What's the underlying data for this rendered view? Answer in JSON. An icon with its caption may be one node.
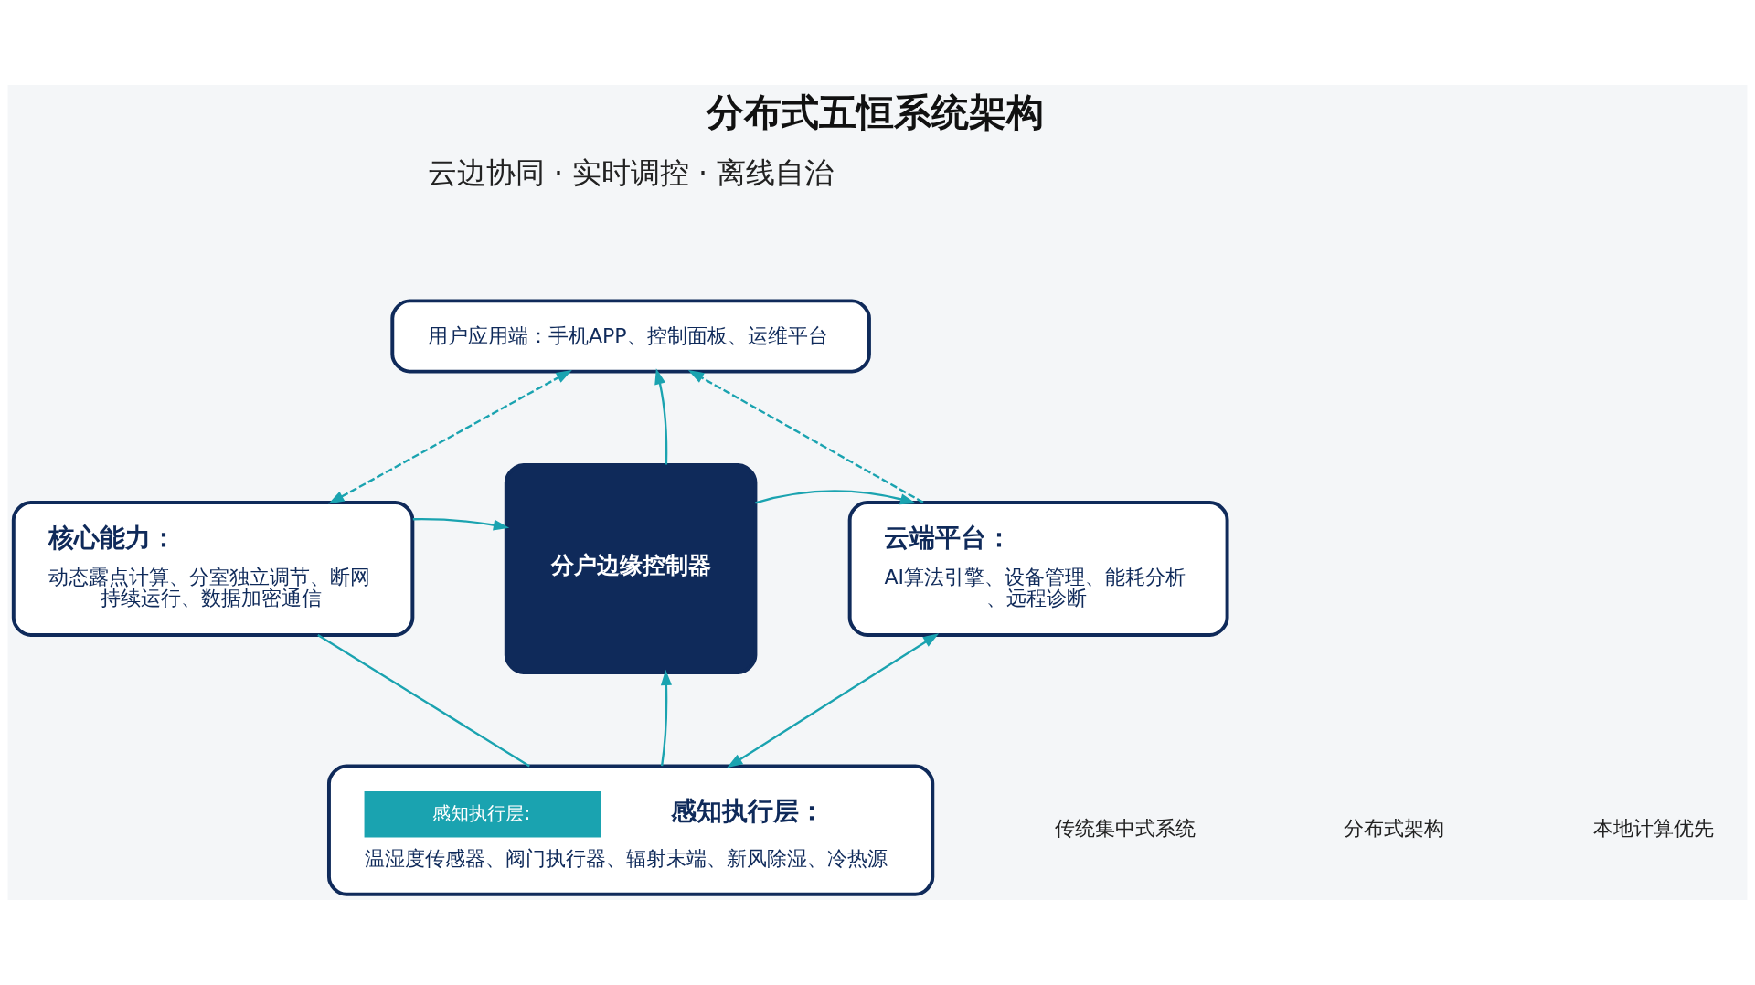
{
  "diagram": {
    "title": "分布式五恒系统架构",
    "nodes": [
      {
        "text": [
          "用户应用端：手机APP、控制面板、运维平台"
        ]
      },
      {
        "text": [
          "核心能力：",
          "动态露点计算、分室独立调节、断网持续运行、数据加密通信"
        ]
      },
      {
        "text": [
          "分户边缘控制器"
        ]
      },
      {
        "text": [
          "云端平台：",
          "AI算法引擎、设备管理、能耗分析、远程诊断"
        ]
      },
      {
        "text": [
          "感知执行层:",
          "感知执行层：",
          "温湿度传感器、阀门执行器、辐射末端、新风除湿、冷热源"
        ]
      }
    ],
    "edges": [
      {
        "from": 2,
        "to": 0,
        "arrow": "to"
      },
      {
        "from": 1,
        "to": 0,
        "arrow": "both",
        "style": "dashed"
      },
      {
        "from": 3,
        "to": 0,
        "arrow": "to",
        "style": "dashed"
      },
      {
        "from": 1,
        "to": 2,
        "arrow": "to"
      },
      {
        "from": 2,
        "to": 3,
        "arrow": "to"
      },
      {
        "from": 1,
        "to": 4,
        "arrow": "none"
      },
      {
        "from": 4,
        "to": 2,
        "arrow": "to"
      },
      {
        "from": 4,
        "to": 3,
        "arrow": "both"
      }
    ],
    "labels": [
      "云边协同 · 实时调控 · 离线自治",
      "传统集中式系统",
      "分布式架构",
      "本地计算优先"
    ]
  }
}
